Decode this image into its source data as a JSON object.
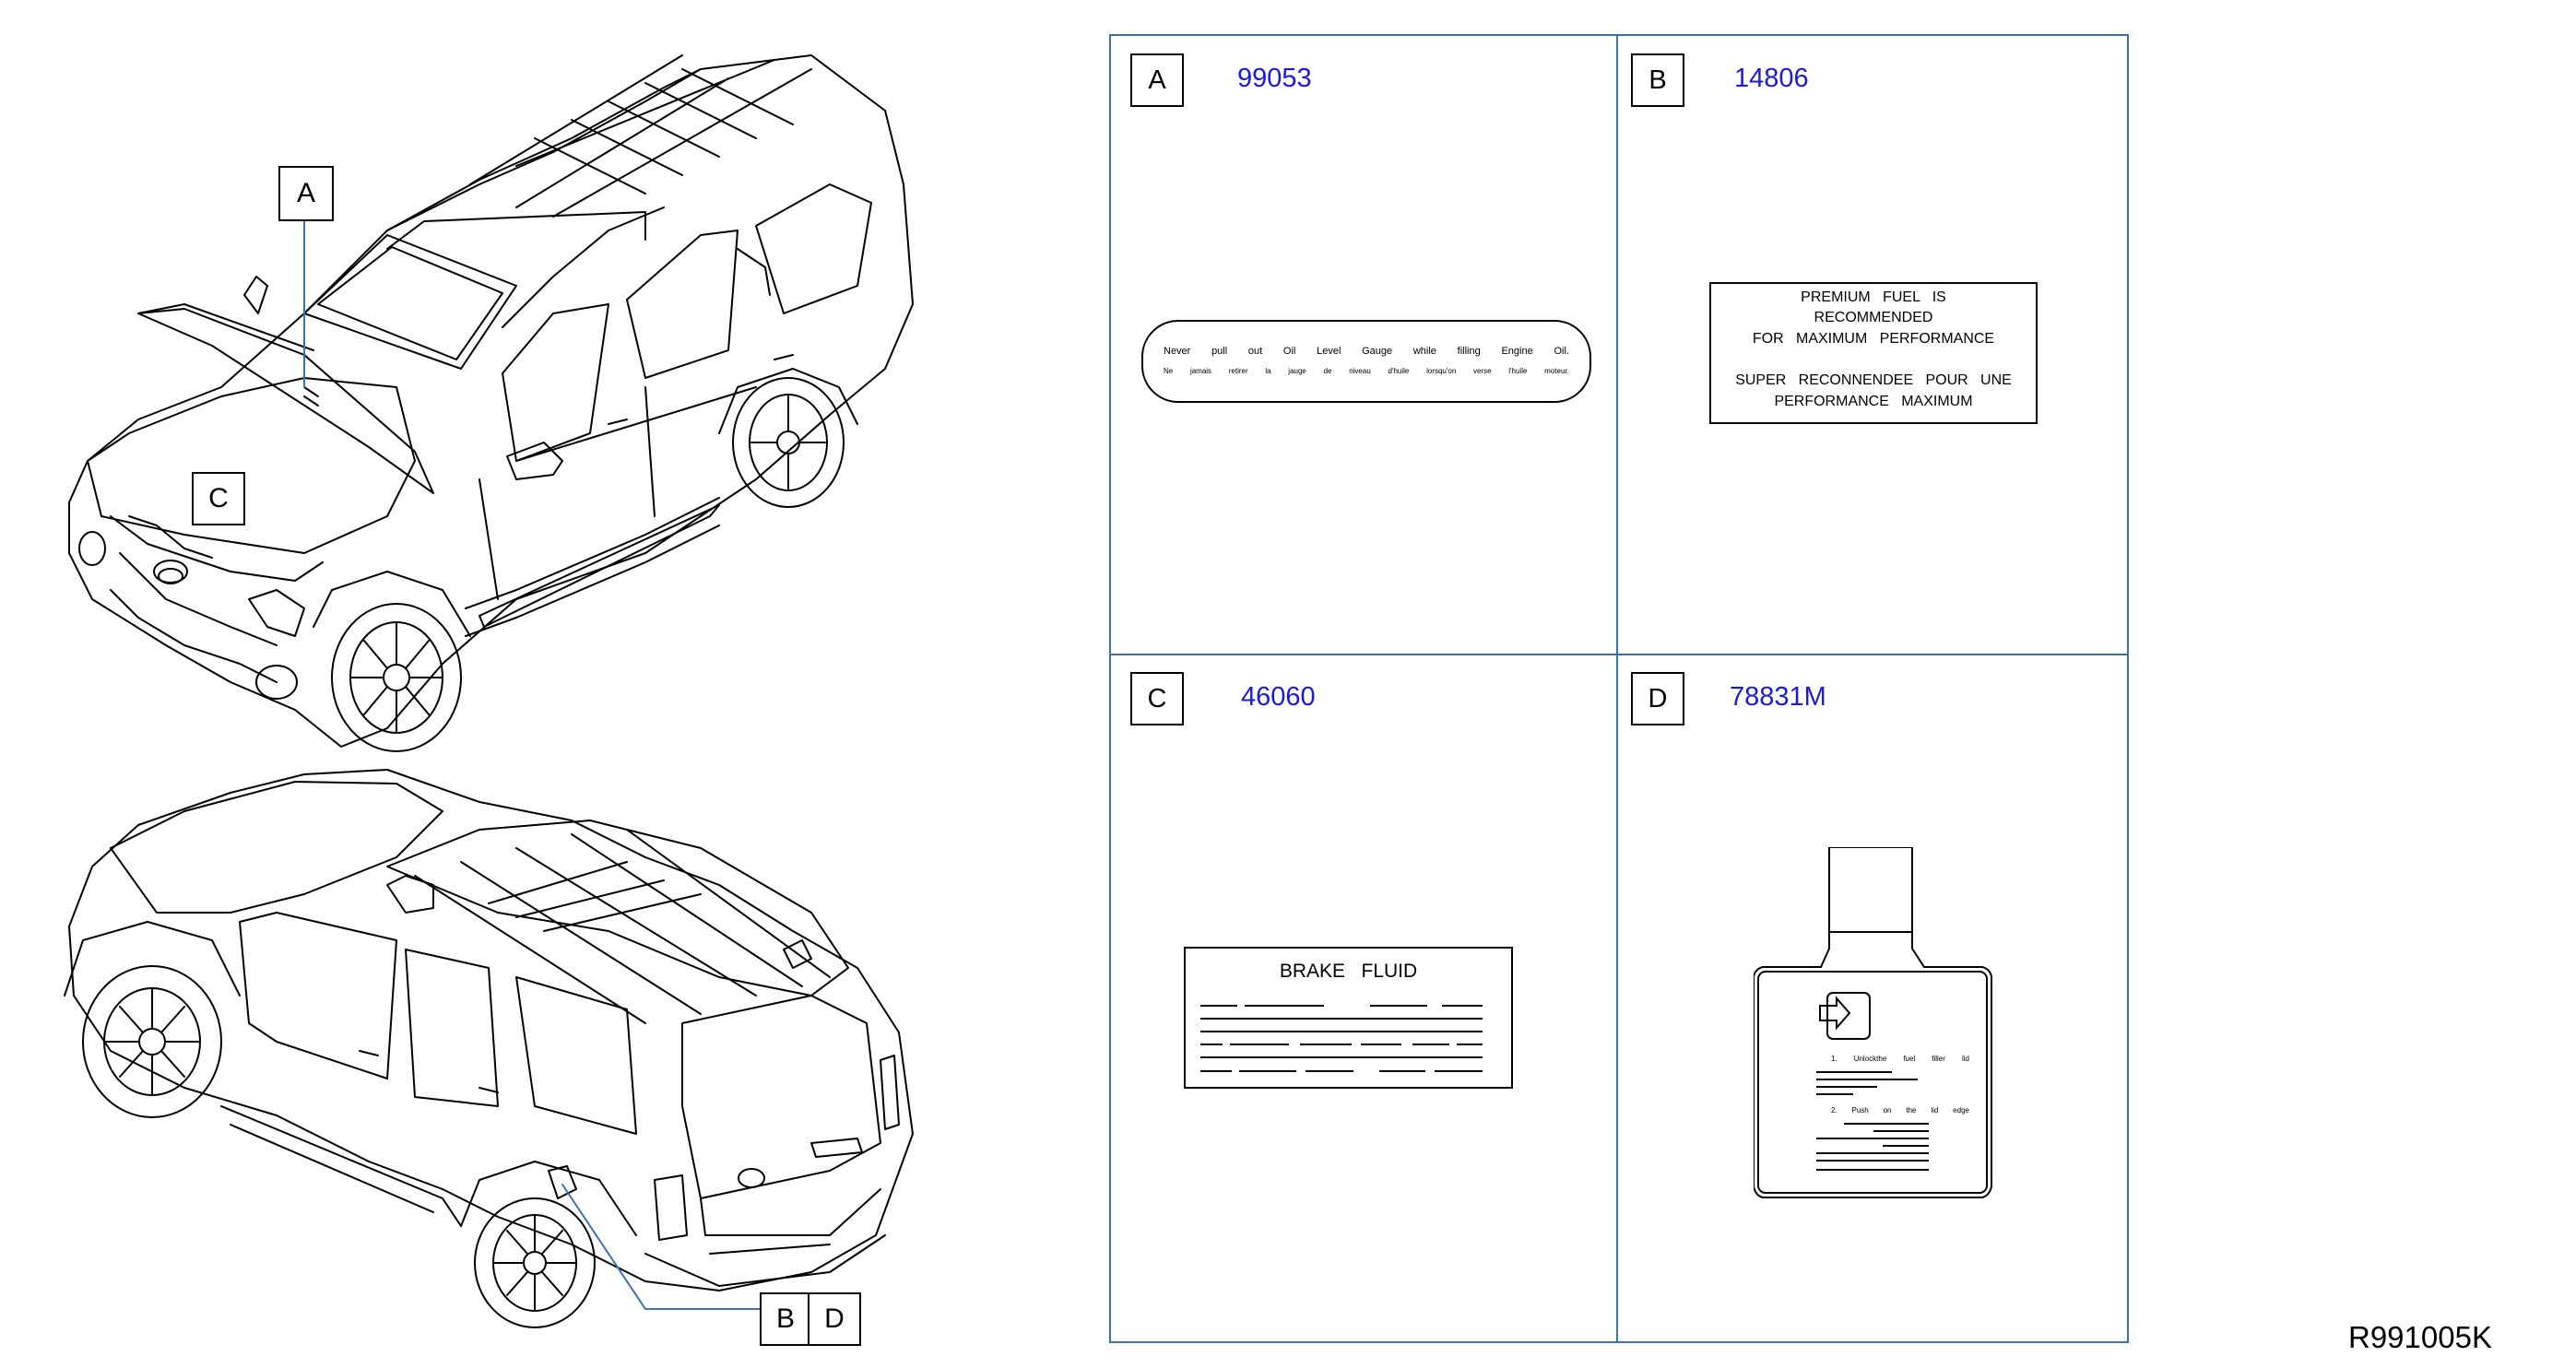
{
  "callouts": {
    "a": "A",
    "b": "B",
    "c": "C",
    "d": "D"
  },
  "panels": {
    "a": {
      "letter": "A",
      "part_number": "99053",
      "label_line1": [
        "Never",
        "pull",
        "out",
        "Oil",
        "Level",
        "Gauge",
        "while",
        "filling",
        "Engine",
        "Oil."
      ],
      "label_line2": [
        "Ne",
        "jamais",
        "retirer",
        "la",
        "jauge",
        "de",
        "niveau",
        "d'huile",
        "lorsqu'on",
        "verse",
        "l'huile",
        "moteur."
      ]
    },
    "b": {
      "letter": "B",
      "part_number": "14806",
      "lines": [
        "PREMIUM   FUEL   IS",
        "RECOMMENDED",
        "FOR   MAXIMUM   PERFORMANCE",
        "SUPER   RECONNENDEE   POUR   UNE",
        "PERFORMANCE   MAXIMUM"
      ]
    },
    "c": {
      "letter": "C",
      "part_number": "46060",
      "title": "BRAKE   FLUID"
    },
    "d": {
      "letter": "D",
      "part_number": "78831M",
      "step1": [
        "1.",
        "Unlockthe",
        "fuel",
        "filler",
        "lid"
      ],
      "step2": [
        "2.",
        "Push",
        "on",
        "the",
        "lid",
        "edge"
      ]
    }
  },
  "diagram_code": "R991005K",
  "colors": {
    "frame": "#3b6fb6",
    "part_number": "#1a1adc",
    "ink": "#000000"
  }
}
